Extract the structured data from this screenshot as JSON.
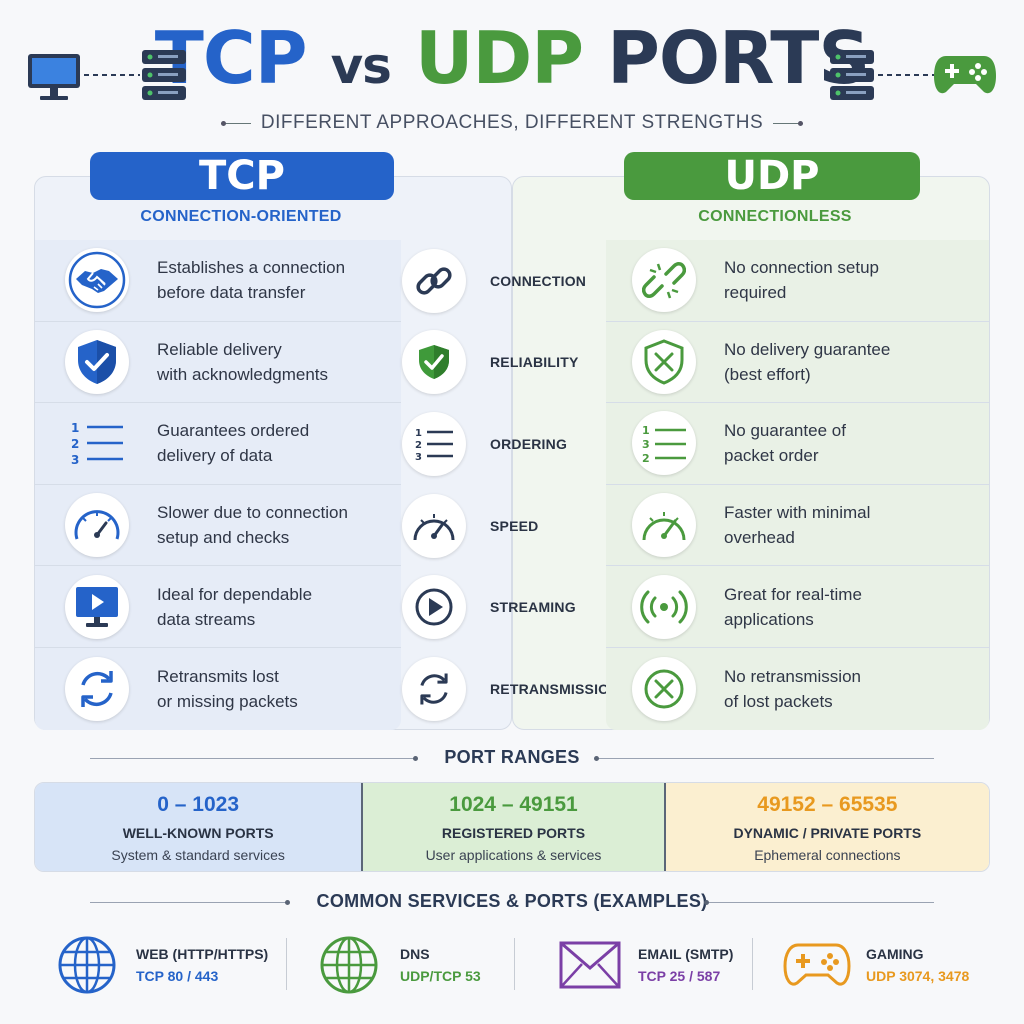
{
  "header": {
    "title_tcp": "TCP",
    "title_vs": "vs",
    "title_udp": "UDP",
    "title_ports": "PORTS",
    "subtitle": "DIFFERENT APPROACHES, DIFFERENT STRENGTHS",
    "left_icons": [
      "computer-icon",
      "server-icon"
    ],
    "right_icons": [
      "server-icon",
      "gamepad-icon"
    ]
  },
  "tcp": {
    "label": "TCP",
    "mode": "CONNECTION-ORIENTED",
    "color": "#2563c9",
    "rows": [
      {
        "icon": "handshake-icon",
        "text": "Establishes a connection\nbefore data transfer"
      },
      {
        "icon": "shield-check-icon",
        "text": "Reliable delivery\nwith acknowledgments"
      },
      {
        "icon": "ordered-list-icon",
        "text": "Guarantees ordered\ndelivery of data"
      },
      {
        "icon": "speedometer-icon",
        "text": "Slower due to connection\nsetup and checks"
      },
      {
        "icon": "monitor-play-icon",
        "text": "Ideal for dependable\ndata streams"
      },
      {
        "icon": "refresh-icon",
        "text": "Retransmits lost\nor missing packets"
      }
    ]
  },
  "aspects": [
    {
      "icon": "link-icon",
      "label": "CONNECTION"
    },
    {
      "icon": "shield-check-icon",
      "label": "RELIABILITY"
    },
    {
      "icon": "ordered-list-icon",
      "label": "ORDERING"
    },
    {
      "icon": "speedometer-icon",
      "label": "SPEED"
    },
    {
      "icon": "play-icon",
      "label": "STREAMING"
    },
    {
      "icon": "refresh-icon",
      "label": "RETRANSMISSION"
    }
  ],
  "udp": {
    "label": "UDP",
    "mode": "CONNECTIONLESS",
    "color": "#4a9a3e",
    "rows": [
      {
        "icon": "broken-link-icon",
        "text": "No connection setup\nrequired"
      },
      {
        "icon": "shield-x-icon",
        "text": "No delivery guarantee\n(best effort)"
      },
      {
        "icon": "unordered-list-icon",
        "text": "No guarantee of\npacket order"
      },
      {
        "icon": "speedometer-fast-icon",
        "text": "Faster with minimal\noverhead"
      },
      {
        "icon": "broadcast-icon",
        "text": "Great for real-time\napplications"
      },
      {
        "icon": "circle-x-icon",
        "text": "No retransmission\nof lost packets"
      }
    ]
  },
  "port_ranges": {
    "title": "PORT RANGES",
    "items": [
      {
        "range": "0 – 1023",
        "name": "WELL-KNOWN PORTS",
        "desc": "System & standard services",
        "color": "#2563c9"
      },
      {
        "range": "1024 – 49151",
        "name": "REGISTERED PORTS",
        "desc": "User applications & services",
        "color": "#4a9a3e"
      },
      {
        "range": "49152 – 65535",
        "name": "DYNAMIC / PRIVATE PORTS",
        "desc": "Ephemeral connections",
        "color": "#e8991f"
      }
    ]
  },
  "services": {
    "title": "COMMON SERVICES & PORTS (EXAMPLES)",
    "items": [
      {
        "icon": "globe-icon",
        "name": "WEB (HTTP/HTTPS)",
        "port": "TCP 80 / 443",
        "color": "#2563c9"
      },
      {
        "icon": "globe-icon",
        "name": "DNS",
        "port": "UDP/TCP 53",
        "color": "#4a9a3e"
      },
      {
        "icon": "envelope-icon",
        "name": "EMAIL (SMTP)",
        "port": "TCP 25 / 587",
        "color": "#7b3fa6"
      },
      {
        "icon": "gamepad-icon",
        "name": "GAMING",
        "port": "UDP 3074, 3478",
        "color": "#e8991f"
      }
    ]
  }
}
